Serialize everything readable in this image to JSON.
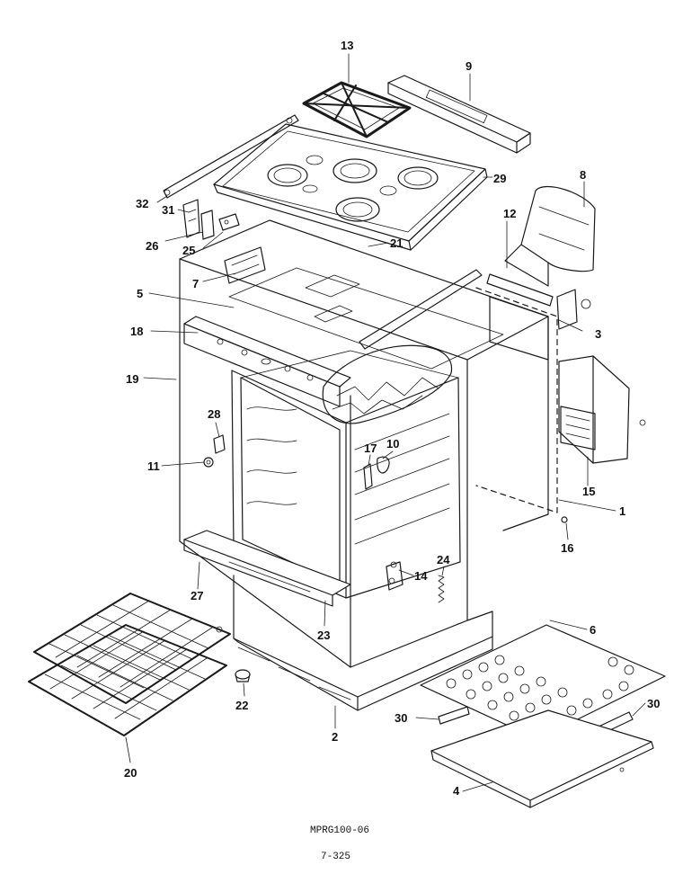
{
  "drawing": {
    "code": "MPRG100-06",
    "page": "7-325"
  },
  "callouts": {
    "c1": "1",
    "c2": "2",
    "c3": "3",
    "c4": "4",
    "c5": "5",
    "c6": "6",
    "c7": "7",
    "c8": "8",
    "c9": "9",
    "c10": "10",
    "c11": "11",
    "c12": "12",
    "c13": "13",
    "c14": "14",
    "c15": "15",
    "c16": "16",
    "c17": "17",
    "c18": "18",
    "c19": "19",
    "c20": "20",
    "c21": "21",
    "c22": "22",
    "c23": "23",
    "c24": "24",
    "c25": "25",
    "c26": "26",
    "c27": "27",
    "c28": "28",
    "c29": "29",
    "c30a": "30",
    "c30b": "30",
    "c31": "31",
    "c32": "32"
  }
}
